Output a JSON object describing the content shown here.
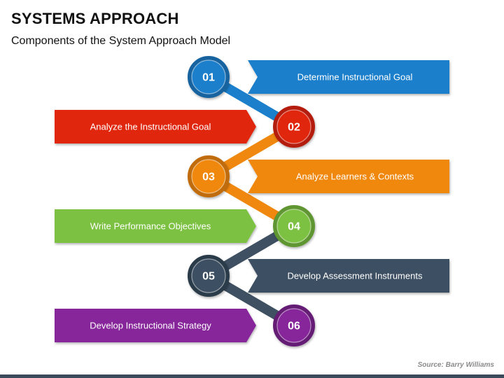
{
  "header": {
    "title": "SYSTEMS APPROACH",
    "subtitle": "Components of the System Approach Model"
  },
  "source": "Source: Barry Williams",
  "steps": [
    {
      "number": "01",
      "label": "Determine Instructional Goal",
      "side": "right",
      "color": "#1b7fcb",
      "dark": "#16649f"
    },
    {
      "number": "02",
      "label": "Analyze the Instructional Goal",
      "side": "left",
      "color": "#e0260f",
      "dark": "#b41e0c"
    },
    {
      "number": "03",
      "label": "Analyze Learners & Contexts",
      "side": "right",
      "color": "#f0880f",
      "dark": "#c06c0c"
    },
    {
      "number": "04",
      "label": "Write Performance Objectives",
      "side": "left",
      "color": "#7cc142",
      "dark": "#5f9632"
    },
    {
      "number": "05",
      "label": "Develop Assessment Instruments",
      "side": "right",
      "color": "#3e5062",
      "dark": "#2c3a48"
    },
    {
      "number": "06",
      "label": "Develop Instructional Strategy",
      "side": "left",
      "color": "#86259a",
      "dark": "#651c74"
    }
  ]
}
